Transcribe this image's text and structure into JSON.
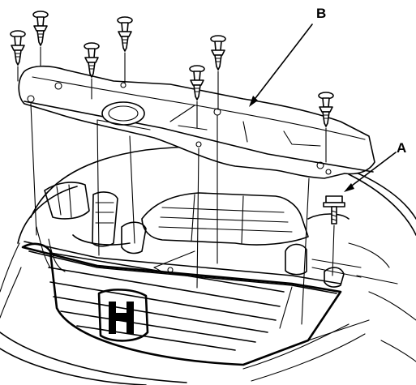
{
  "diagram": {
    "callouts": [
      {
        "id": "A",
        "label": "A"
      },
      {
        "id": "B",
        "label": "B"
      }
    ]
  }
}
